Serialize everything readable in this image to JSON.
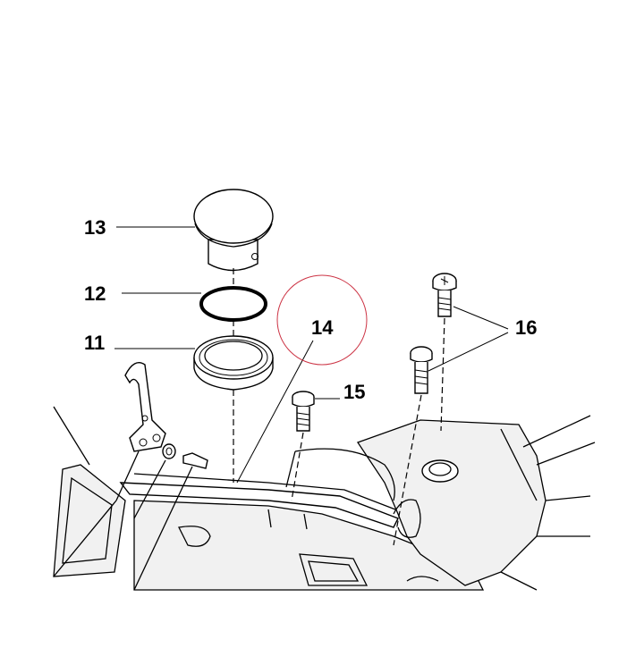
{
  "callouts": [
    {
      "id": "11",
      "label": "11"
    },
    {
      "id": "12",
      "label": "12"
    },
    {
      "id": "13",
      "label": "13"
    },
    {
      "id": "14",
      "label": "14"
    },
    {
      "id": "15",
      "label": "15"
    },
    {
      "id": "16",
      "label": "16"
    }
  ],
  "highlight_color": "#cc3344",
  "line_color": "#000000",
  "background_color": "#ffffff"
}
